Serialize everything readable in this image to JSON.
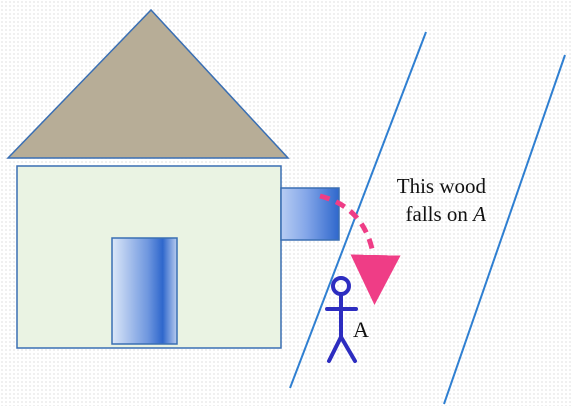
{
  "diagram": {
    "annotation": {
      "line1": "This wood",
      "line2_prefix": "falls on ",
      "line2_var": "A"
    },
    "person_label": "A",
    "colors": {
      "roof": "#b7ad97",
      "wall": "#eaf3e3",
      "outline": "#3a6fb3",
      "door_light": "#d8e4f5",
      "door_dark": "#2c63c8",
      "arrow": "#ef3d86",
      "person": "#2d2dc0",
      "slant_lines": "#2f7fd1"
    },
    "icons": {
      "house": "house-icon",
      "person": "stick-figure-icon",
      "arrow": "curved-arrow-icon"
    }
  }
}
